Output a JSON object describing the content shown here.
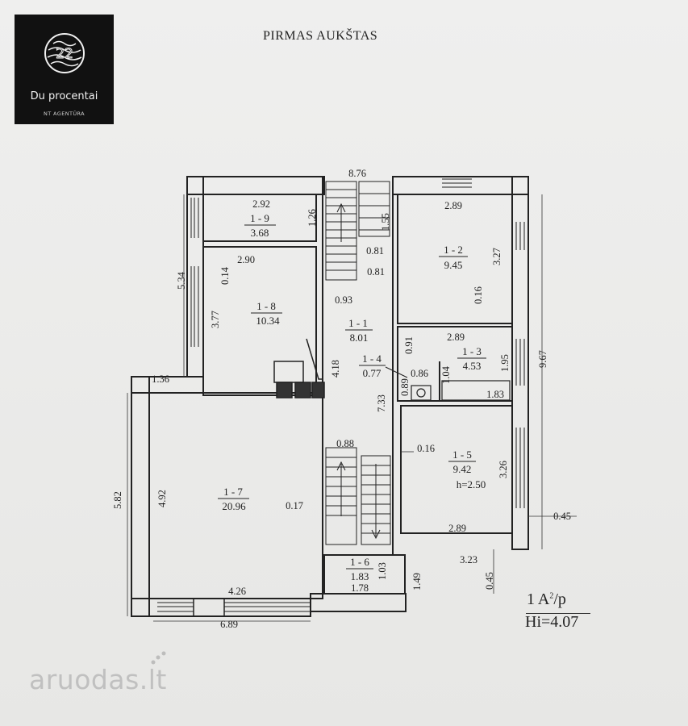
{
  "logo": {
    "name": "Du procentai",
    "subtitle": "NT AGENTŪRA",
    "mark": "22"
  },
  "title": "PIRMAS AUKŠTAS",
  "rooms": [
    {
      "id": "1 - 9",
      "area": "3.68"
    },
    {
      "id": "1 - 8",
      "area": "10.34"
    },
    {
      "id": "1 - 1",
      "area": "8.01"
    },
    {
      "id": "1 - 4",
      "area": "0.77"
    },
    {
      "id": "1 - 2",
      "area": "9.45"
    },
    {
      "id": "1 - 3",
      "area": "4.53"
    },
    {
      "id": "1 - 5",
      "area": "9.42",
      "height": "h=2.50"
    },
    {
      "id": "1 - 7",
      "area": "20.96"
    },
    {
      "id": "1 - 6",
      "area": "1.83"
    }
  ],
  "dimensions": {
    "overall_top": "8.76",
    "r9_width": "2.92",
    "r9_depth": "1.26",
    "r8_width": "2.90",
    "r8_offset": "0.14",
    "r8_depth": "3.77",
    "left_upper": "5.34",
    "stair_top_1": "1.55",
    "stair_top_2": "0.81",
    "stair_top_3": "0.81",
    "hall_width": "0.93",
    "hall_length": "4.18",
    "hall_total": "7.33",
    "r2_width": "2.89",
    "r2_depth": "3.27",
    "r2_offset": "0.16",
    "r3_width": "2.89",
    "r3_offset": "0.91",
    "r3_depth": "1.95",
    "r3_inner": "1.04",
    "r3_bottom": "1.83",
    "right_total": "9.67",
    "r4_width": "0.86",
    "r4_depth": "0.89",
    "left_step": "1.36",
    "stair_bottom": "0.88",
    "r5_offset": "0.16",
    "r5_depth": "3.26",
    "r5_width": "2.89",
    "r5_wall": "0.45",
    "r5_corner": "3.23",
    "r5_corner_depth": "0.45",
    "r7_depth": "4.92",
    "r7_wall": "0.17",
    "r7_width": "4.26",
    "left_total": "5.82",
    "bottom_total": "6.89",
    "r6_depth": "1.03",
    "r6_width": "1.78",
    "r6_outer": "1.49"
  },
  "legend": {
    "scale_prefix": "1 A",
    "scale_sup": "2",
    "scale_suffix": "/p",
    "height": "Hi=4.07"
  },
  "watermark": {
    "text": "aruodas.lt"
  }
}
